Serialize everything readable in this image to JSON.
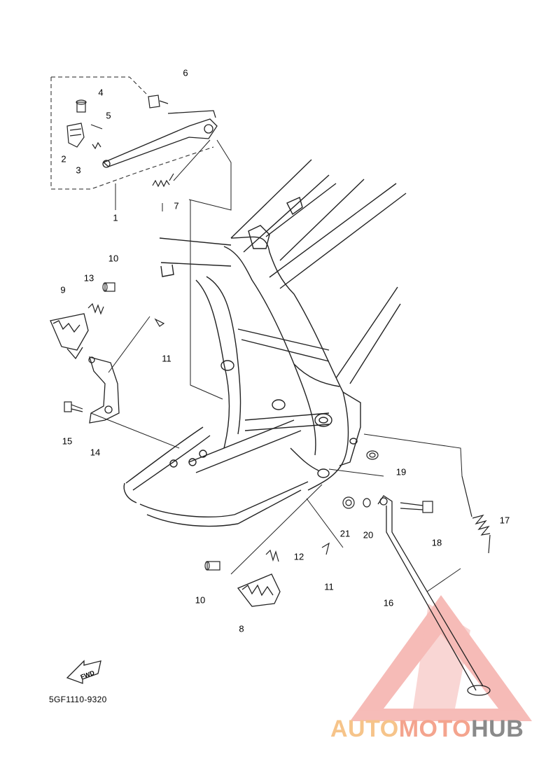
{
  "diagram": {
    "code": "5GF1110-9320",
    "fwd_label": "FWD",
    "parts": [
      {
        "id": "p1",
        "num": "1"
      },
      {
        "id": "p2",
        "num": "2"
      },
      {
        "id": "p3",
        "num": "3"
      },
      {
        "id": "p4",
        "num": "4"
      },
      {
        "id": "p5",
        "num": "5"
      },
      {
        "id": "p6",
        "num": "6"
      },
      {
        "id": "p7",
        "num": "7"
      },
      {
        "id": "p8",
        "num": "8"
      },
      {
        "id": "p9",
        "num": "9"
      },
      {
        "id": "p10a",
        "num": "10"
      },
      {
        "id": "p10b",
        "num": "10"
      },
      {
        "id": "p11a",
        "num": "11"
      },
      {
        "id": "p11b",
        "num": "11"
      },
      {
        "id": "p12",
        "num": "12"
      },
      {
        "id": "p13",
        "num": "13"
      },
      {
        "id": "p14",
        "num": "14"
      },
      {
        "id": "p15",
        "num": "15"
      },
      {
        "id": "p16",
        "num": "16"
      },
      {
        "id": "p17",
        "num": "17"
      },
      {
        "id": "p18",
        "num": "18"
      },
      {
        "id": "p19",
        "num": "19"
      },
      {
        "id": "p20",
        "num": "20"
      },
      {
        "id": "p21",
        "num": "21"
      }
    ]
  },
  "watermark": {
    "brand_part1": "AUTO",
    "brand_part2": "MOTO",
    "brand_part3": "HUB",
    "colors": {
      "auto": "#f6c48a",
      "moto": "#f4a48e",
      "hub": "#8a8a8a",
      "triangle": "#f0a0a0"
    }
  }
}
